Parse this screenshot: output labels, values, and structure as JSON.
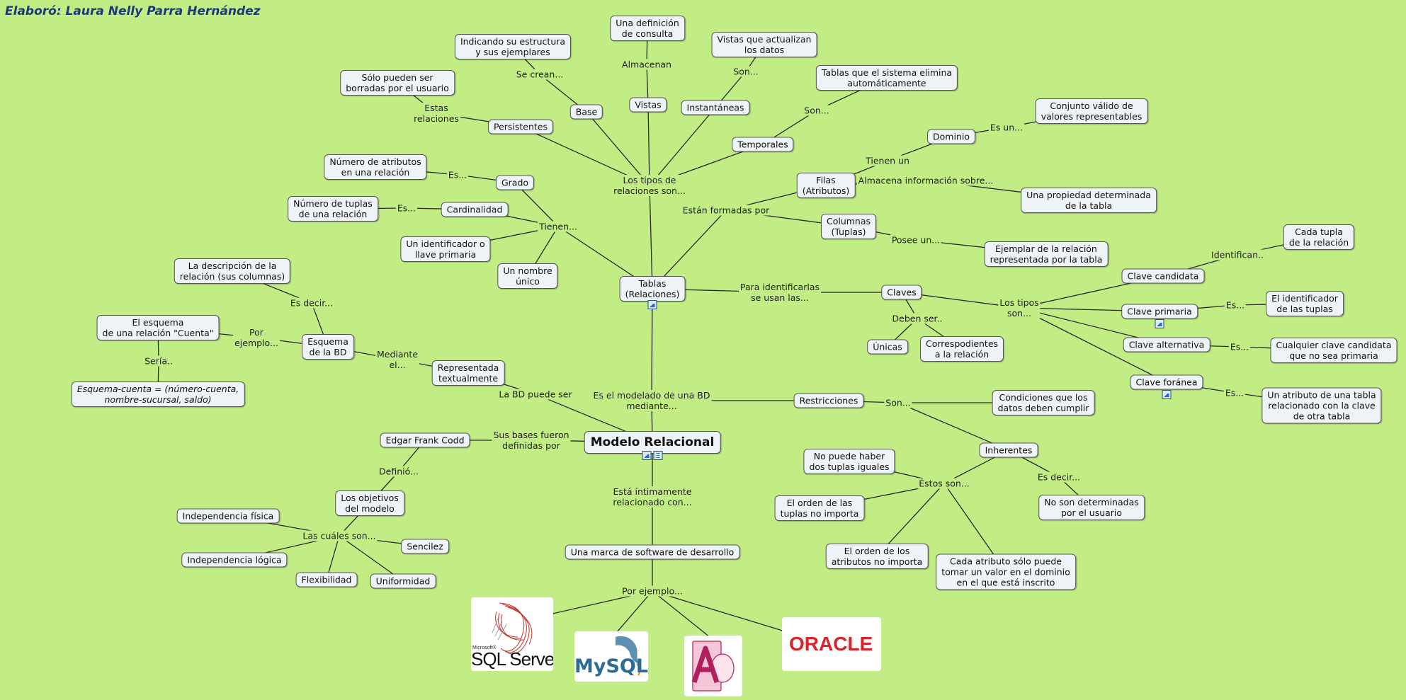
{
  "author": "Elaboró: Laura Nelly Parra Hernández",
  "colors": {
    "background": "#c2ec84",
    "node_fill": "#eef3f7",
    "author_text": "#1d3a78",
    "oracle_red": "#d8232a",
    "mysql_blue": "#2b6b98",
    "access_magenta": "#b0205e"
  },
  "concepts": {
    "root": "Modelo Relacional",
    "tablas": "Tablas\n(Relaciones)",
    "base": "Base",
    "vistas": "Vistas",
    "instantaneas": "Instantáneas",
    "temporales": "Temporales",
    "persistentes": "Persistentes",
    "indicando": "Indicando su estructura\ny sus ejemplares",
    "definicion_consulta": "Una definición\nde consulta",
    "vistas_actualizan": "Vistas que actualizan\nlos datos",
    "tablas_elimina": "Tablas que el sistema elimina\nautomáticamente",
    "solo_borradas": "Sólo pueden ser\nborradas por el usuario",
    "grado": "Grado",
    "cardinalidad": "Cardinalidad",
    "num_atributos": "Número de atributos\nen una relación",
    "num_tuplas": "Número de tuplas\nde una relación",
    "identificador_llave": "Un identificador o\nllave primaria",
    "nombre_unico": "Un nombre\núnico",
    "filas": "Filas\n(Atributos)",
    "columnas": "Columnas\n(Tuplas)",
    "dominio": "Dominio",
    "conjunto_valido": "Conjunto válido de\nvalores representables",
    "propiedad_tabla": "Una propiedad determinada\nde la tabla",
    "ejemplar_relacion": "Ejemplar de la relación\nrepresentada por la tabla",
    "claves": "Claves",
    "unicas": "Únicas",
    "correspondientes": "Correspodientes\na la relación",
    "clave_candidata": "Clave candidata",
    "clave_primaria": "Clave primaria",
    "clave_alternativa": "Clave alternativa",
    "clave_foranea": "Clave foránea",
    "cada_tupla": "Cada tupla\nde la relación",
    "identificador_tuplas": "El identificador\nde las tuplas",
    "cualquier_clave": "Cualquier clave candidata\nque no sea primaria",
    "atributo_tabla": "Un atributo de una tabla\nrelacionado con la clave\nde otra tabla",
    "desc_relacion": "La descripción de la\nrelación (sus columnas)",
    "esquema_bd": "Esquema\nde la BD",
    "esquema_cuenta": "El esquema\nde una relación \"Cuenta\"",
    "esquema_formula": "Esquema-cuenta = (número-cuenta,\nnombre-sucursal, saldo)",
    "representada": "Representada\ntextualmente",
    "restricciones": "Restricciones",
    "condiciones": "Condiciones que los\ndatos deben cumplir",
    "inherentes": "Inherentes",
    "no_dos_tuplas": "No puede haber\ndos tuplas iguales",
    "orden_tuplas": "El orden de las\ntuplas no importa",
    "orden_atributos": "El orden de los\natributos no importa",
    "cada_atributo": "Cada atributo sólo puede\ntomar un valor en el dominio\nen el que está inscrito",
    "no_determinadas": "No son determinadas\npor el usuario",
    "codd": "Edgar Frank Codd",
    "objetivos": "Los objetivos\ndel modelo",
    "ind_fisica": "Independencia física",
    "ind_logica": "Independencia lógica",
    "flexibilidad": "Flexibilidad",
    "uniformidad": "Uniformidad",
    "sencillez": "Sencilez",
    "marca_software": "Una marca de software de desarrollo"
  },
  "links": {
    "los_tipos": "Los tipos de\nrelaciones son...",
    "se_crean": "Se crean...",
    "almacenan": "Almacenan",
    "son_inst": "Son...",
    "son_temp": "Son...",
    "estas_relaciones": "Estas\nrelaciones",
    "tienen": "Tienen...",
    "es_grado": "Es...",
    "es_card": "Es...",
    "estan_formadas": "Están formadas por",
    "tienen_un": "Tienen un",
    "es_un": "Es un...",
    "almacena_info": "Almacena información sobre...",
    "posee_un": "Posee un...",
    "para_identificarlas": "Para identificarlas\nse usan las...",
    "deben_ser": "Deben ser..",
    "los_tipos_son": "Los tipos\nson...",
    "identifican": "Identifican..",
    "es_primaria": "Es...",
    "es_alternativa": "Es...",
    "es_foranea": "Es...",
    "la_bd_puede": "La BD puede ser",
    "mediante_el": "Mediante\nel...",
    "es_decir_esq": "Es decir...",
    "por_ejemplo_esq": "Por\nejemplo...",
    "seria": "Sería..",
    "es_el_modelado": "Es el modelado de una BD\nmediante...",
    "son_restr": "Son...",
    "estos_son": "Éstos son...",
    "es_decir_inh": "Es decir...",
    "sus_bases": "Sus bases fueron\ndefinidas por",
    "definio": "Definió...",
    "las_cuales": "Las cuáles son...",
    "intimamente": "Está íntimamente\nrelacionado con...",
    "por_ejemplo_sw": "Por ejemplo..."
  },
  "logos": {
    "sqlserver_small": "Microsoft®",
    "sqlserver": "SQL Server",
    "mysql": "MySQL",
    "oracle": "ORACLE"
  }
}
